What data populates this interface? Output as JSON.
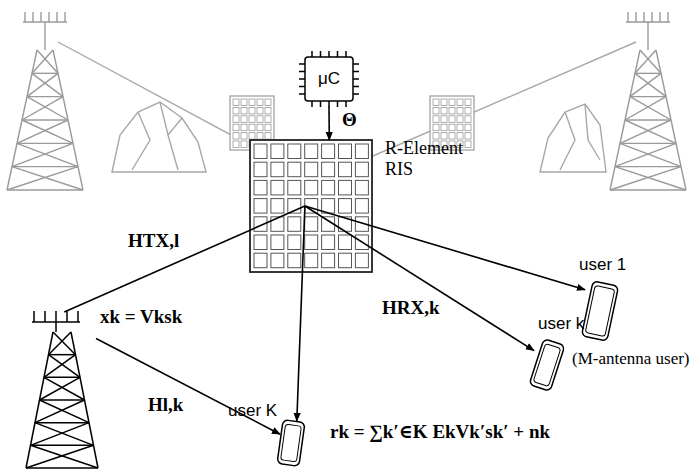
{
  "diagram": {
    "nodes": [
      {
        "text": [
          "μC"
        ]
      },
      {
        "text": [
          "R-Element RIS"
        ]
      },
      {
        "text": [
          "xk = Vksk"
        ]
      },
      {
        "text": [
          "user 1"
        ]
      },
      {
        "text": [
          "user k",
          "(M-antenna user)"
        ]
      },
      {
        "text": [
          "user K"
        ]
      }
    ],
    "edges": [
      {
        "from": 0,
        "to": 1,
        "arrow": "to",
        "label": "Θ"
      },
      {
        "from": 2,
        "to": 1,
        "arrow": "none",
        "label": "HTX,l"
      },
      {
        "from": 1,
        "to": 3,
        "arrow": "to"
      },
      {
        "from": 1,
        "to": 4,
        "arrow": "to",
        "label": "HRX,k"
      },
      {
        "from": 1,
        "to": 5,
        "arrow": "to"
      },
      {
        "from": 2,
        "to": 5,
        "arrow": "to",
        "label": "Hl,k"
      }
    ],
    "labels": [
      "rk = ∑k′∈K EkVk′sk′ + nk"
    ]
  }
}
